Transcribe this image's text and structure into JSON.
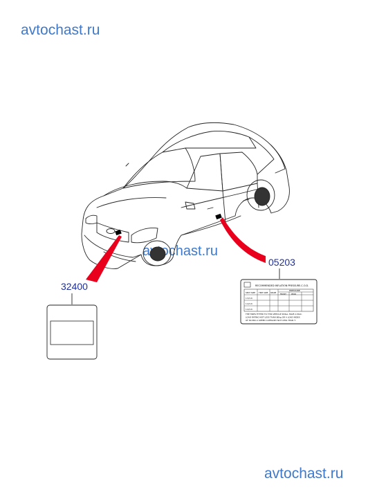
{
  "watermarks": {
    "top": "avtochast.ru",
    "middle": "avtochast.ru",
    "bottom": "avtochast.ru"
  },
  "parts": [
    {
      "number": "32400"
    },
    {
      "number": "05203"
    }
  ],
  "tire_label": {
    "title": "RECOMMENDED INFLATION PRESSURE-C.O.D.",
    "pressure_heading": "PRESSURE",
    "col_seats": "SEAT SIZE",
    "col_tire": "TIRE SIZE",
    "col_spare": "SPARE",
    "col_front": "FRONT",
    "col_rear": "REAR",
    "row1": "1.5/1.6",
    "row2": "1.4/1.6",
    "row3": "1.4/1.6",
    "note1": "THE TIRES FITTED TO THIS VEHICLE SHALL HAVE A MAX.",
    "note2": "LOAD RATING NOT LESS THAN 80kg OR A LOAD INDEX",
    "note3": "OF 84 PRO A SPEED CATEGORY NOT LESS THAN T."
  },
  "colors": {
    "watermark": "#3f79c9",
    "part_number": "#1f2f9a",
    "leader": "#e8001c",
    "line": "#222222"
  }
}
